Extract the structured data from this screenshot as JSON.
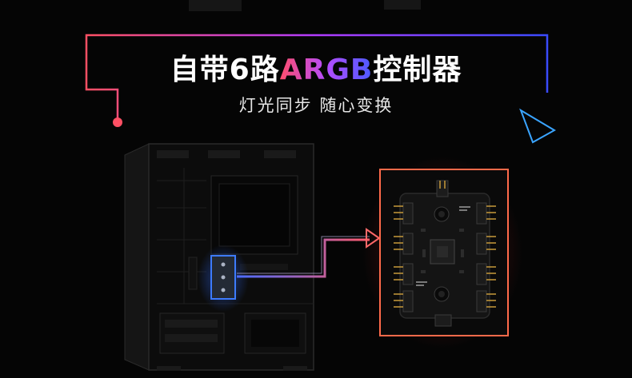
{
  "title": {
    "prefix": "自带6路",
    "highlight": "ARGB",
    "suffix": "控制器"
  },
  "subtitle": "灯光同步 随心变换",
  "colors": {
    "frame_left": "#ff5064",
    "frame_right": "#3a4bff",
    "connector_line": "#8a6bff",
    "controller_border": "#ff6a4a",
    "slot_highlight": "#3d7bff"
  },
  "icons": [
    "triangle-outline-icon",
    "pink-dot-icon",
    "arrow-icon"
  ]
}
